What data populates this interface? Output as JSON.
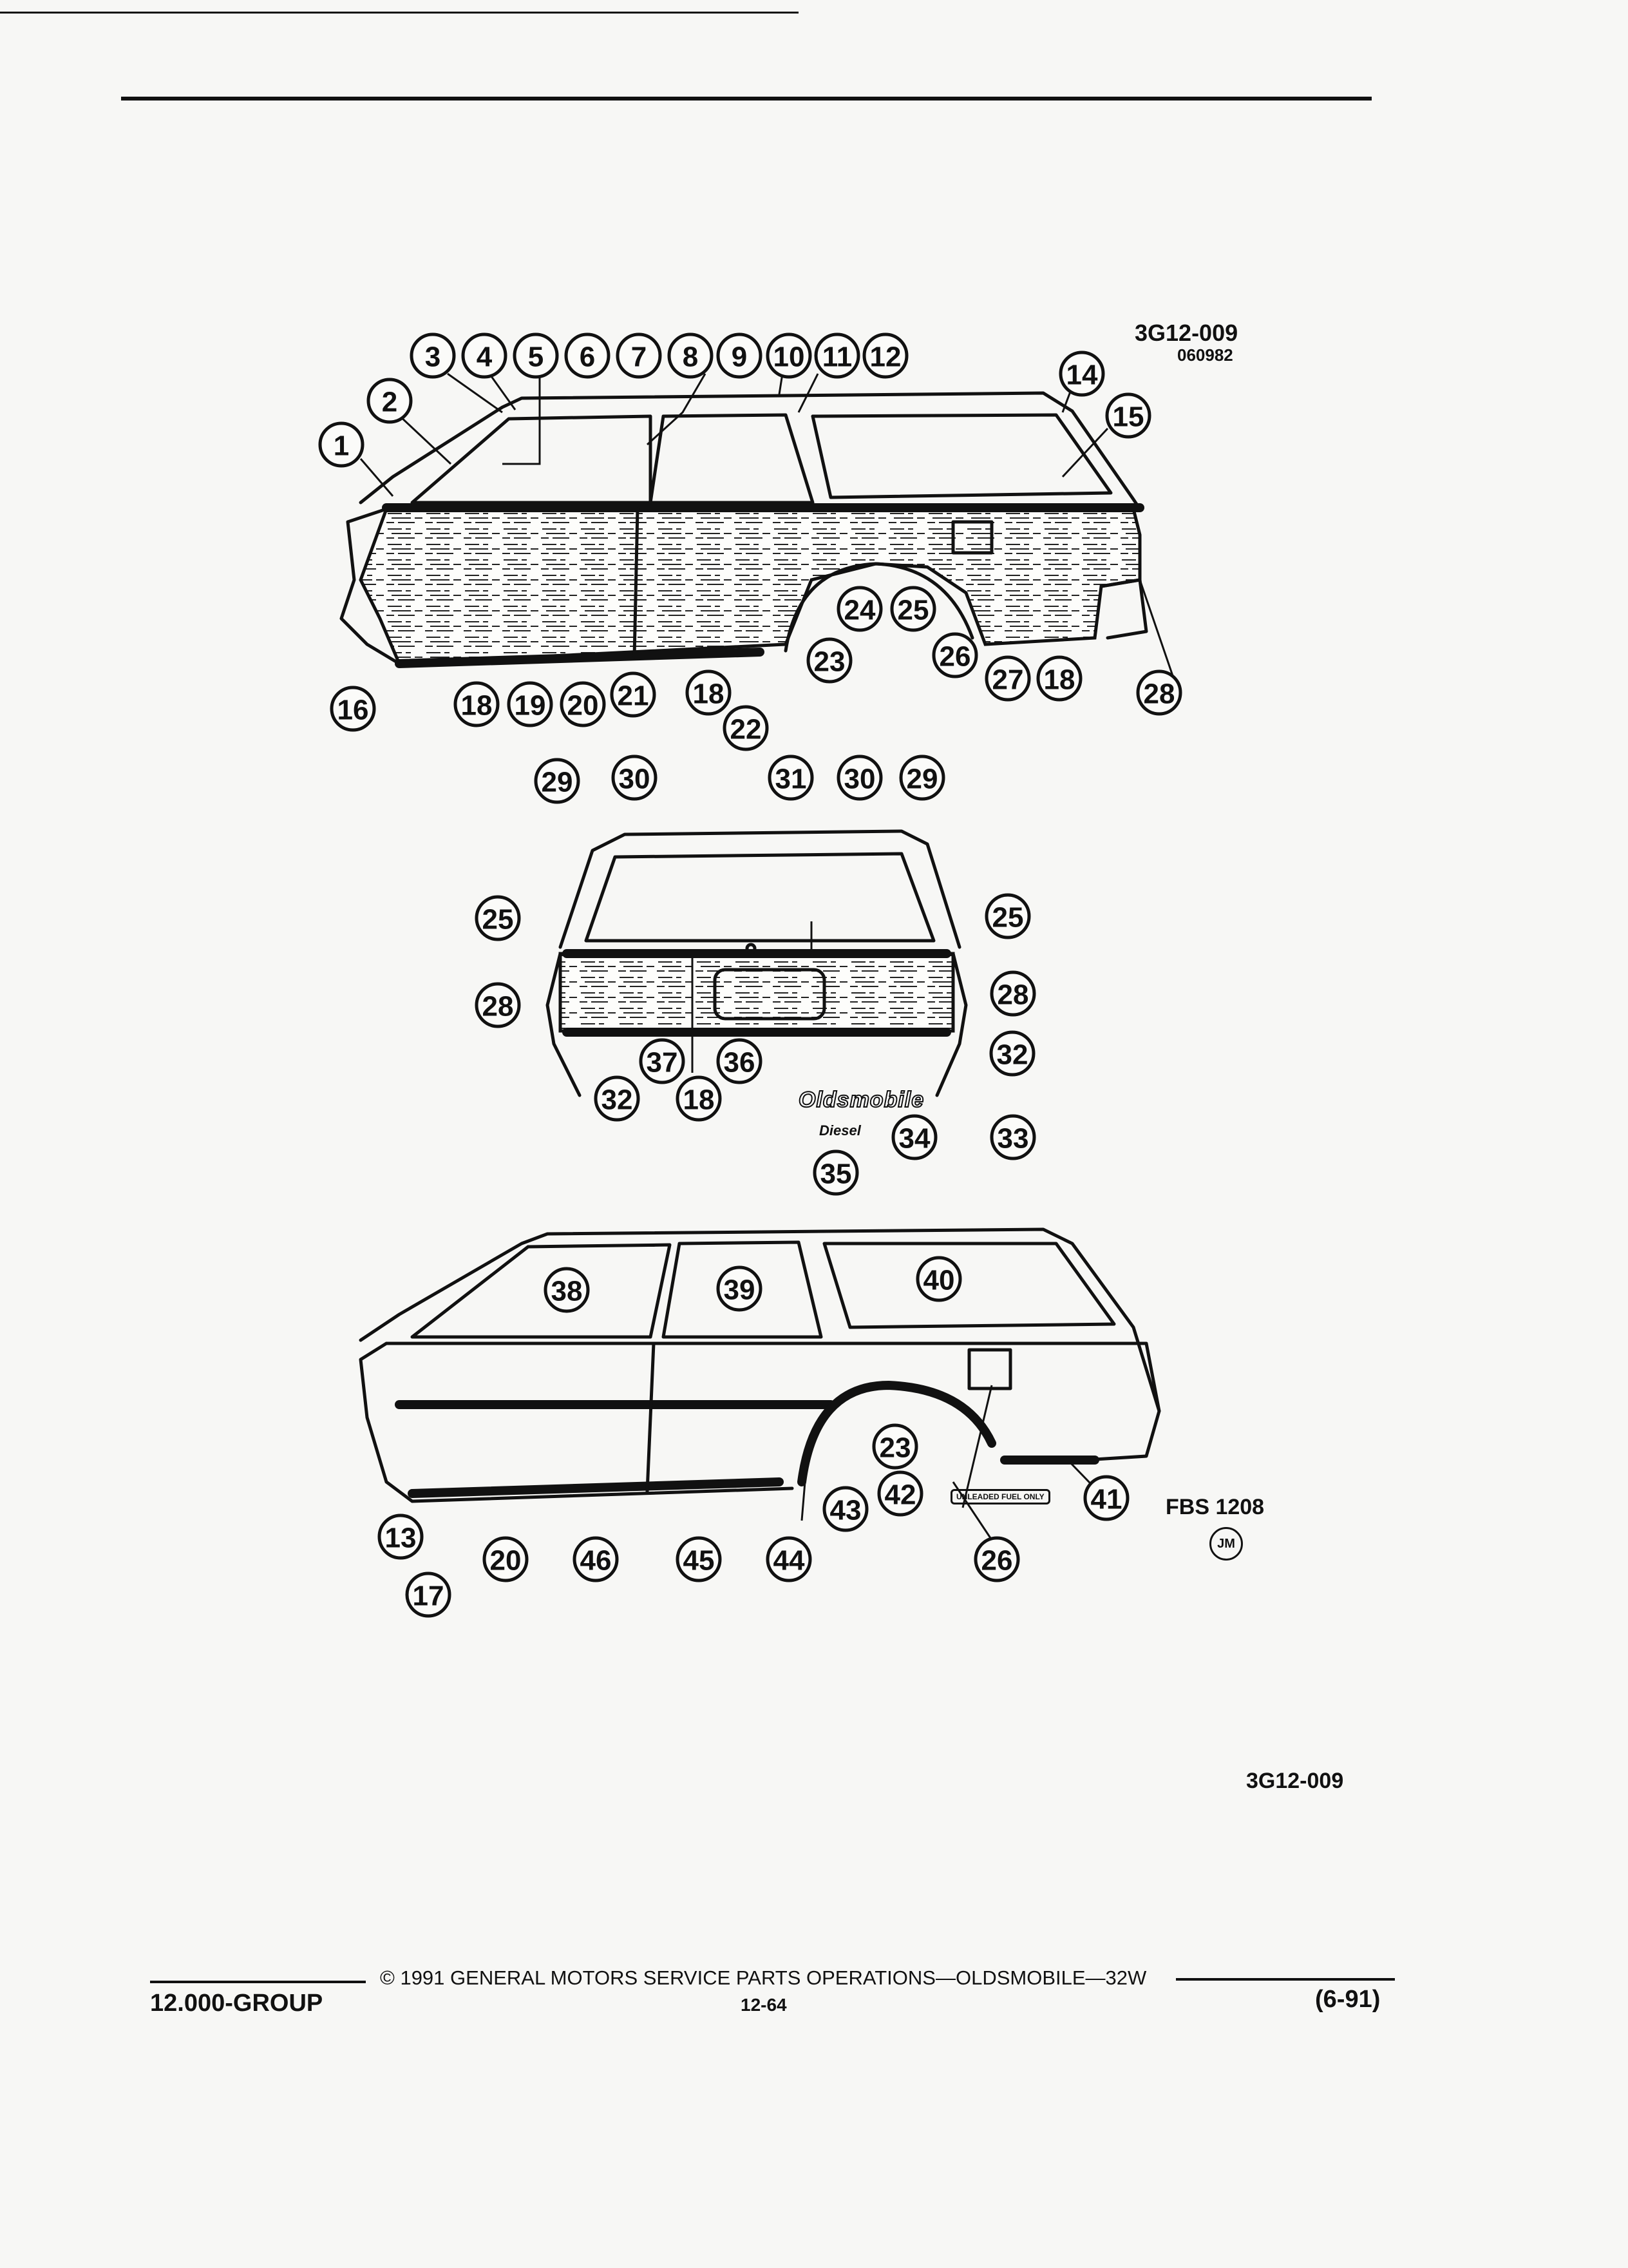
{
  "header": {
    "figure_code_top": "3G12-009",
    "figure_date_code": "060982",
    "figure_code_bottom": "3G12-009",
    "fbs_ref": "FBS 1208",
    "author_initials": "JM"
  },
  "badges": {
    "brand": "Oldsmobile",
    "variant": "Diesel",
    "fuel_label": "UNLEADED FUEL ONLY"
  },
  "footer": {
    "group": "12.000-GROUP",
    "copyright": "© 1991 GENERAL MOTORS SERVICE PARTS OPERATIONS—OLDSMOBILE—32W",
    "page_number": "12-64",
    "revision": "(6-91)"
  },
  "callouts": {
    "side_view_upper": [
      "1",
      "2",
      "3",
      "4",
      "5",
      "6",
      "7",
      "8",
      "9",
      "10",
      "11",
      "12",
      "14",
      "15",
      "16",
      "18",
      "19",
      "20",
      "21",
      "18",
      "22",
      "23",
      "24",
      "25",
      "26",
      "27",
      "18",
      "28"
    ],
    "rear_view": [
      "29",
      "30",
      "31",
      "30",
      "29",
      "25",
      "25",
      "28",
      "28",
      "37",
      "36",
      "32",
      "32",
      "18",
      "34",
      "33",
      "35"
    ],
    "side_view_lower": [
      "38",
      "39",
      "40",
      "23",
      "42",
      "43",
      "41",
      "13",
      "20",
      "46",
      "45",
      "44",
      "26",
      "17"
    ]
  }
}
